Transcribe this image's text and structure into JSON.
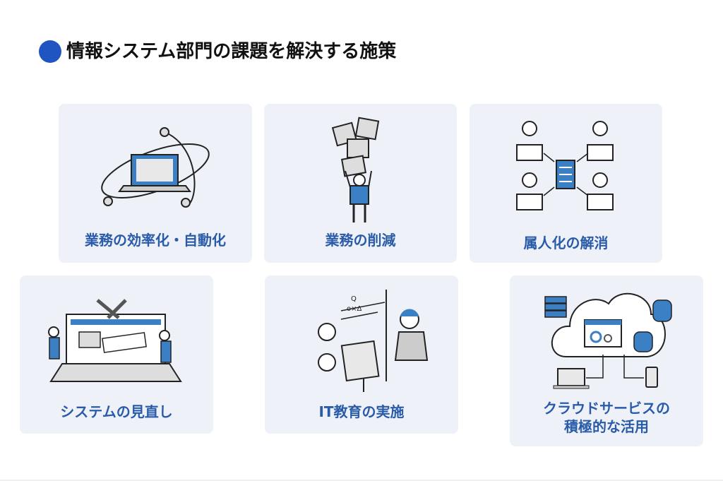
{
  "title": "情報システム部門の課題を解決する施策",
  "accent_color": "#1f55c0",
  "label_color": "#2a5ba9",
  "cards": [
    {
      "label": "業務の効率化・自動化",
      "icon": "laptop-orbit-icon"
    },
    {
      "label": "業務の削減",
      "icon": "person-lifting-boxes-icon"
    },
    {
      "label": "属人化の解消",
      "icon": "people-sharing-server-icon"
    },
    {
      "label": "システムの見直し",
      "icon": "workers-repairing-computer-icon"
    },
    {
      "label": "IT教育の実施",
      "icon": "teacher-whiteboard-icon"
    },
    {
      "label_line1": "クラウドサービスの",
      "label_line2": "積極的な活用",
      "icon": "cloud-services-icon"
    }
  ]
}
